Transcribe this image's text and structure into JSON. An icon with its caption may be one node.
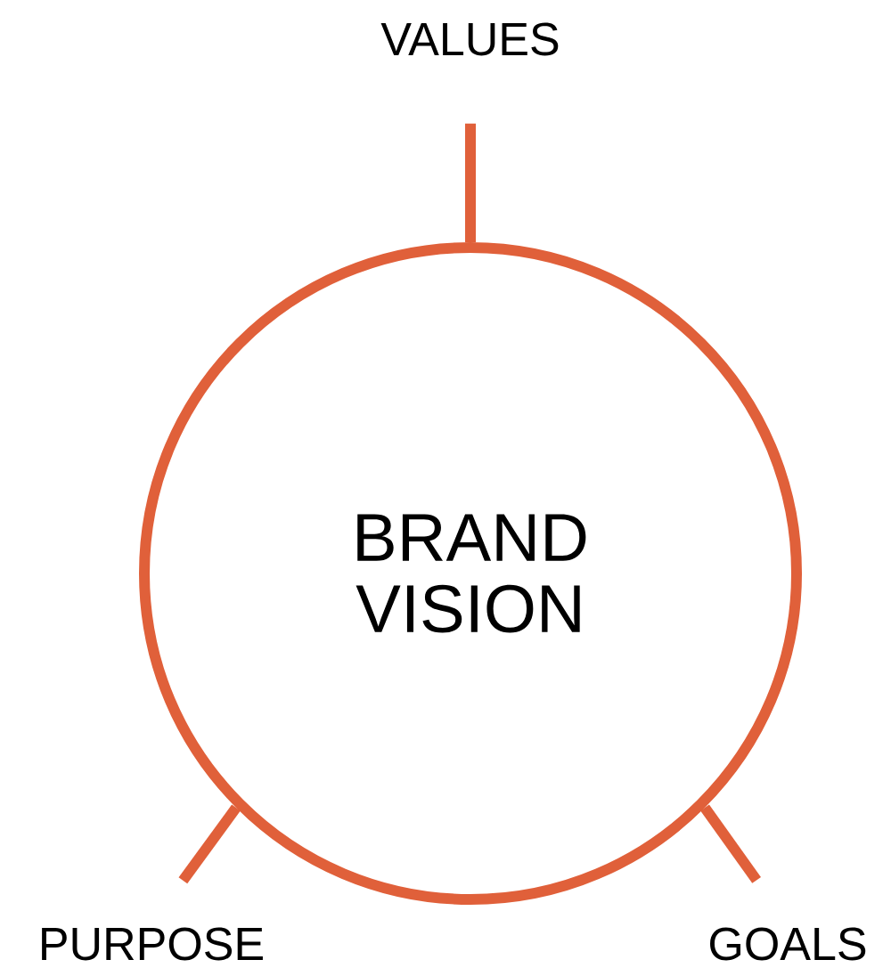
{
  "diagram": {
    "nodes": [
      {
        "text": [
          "BRAND VISION"
        ]
      },
      {
        "text": [
          "VALUES"
        ]
      },
      {
        "text": [
          "PURPOSE"
        ]
      },
      {
        "text": [
          "GOALS"
        ]
      }
    ],
    "edges": [
      {
        "from": 0,
        "to": 1,
        "arrow": "none"
      },
      {
        "from": 0,
        "to": 2,
        "arrow": "none"
      },
      {
        "from": 0,
        "to": 3,
        "arrow": "none"
      }
    ]
  }
}
